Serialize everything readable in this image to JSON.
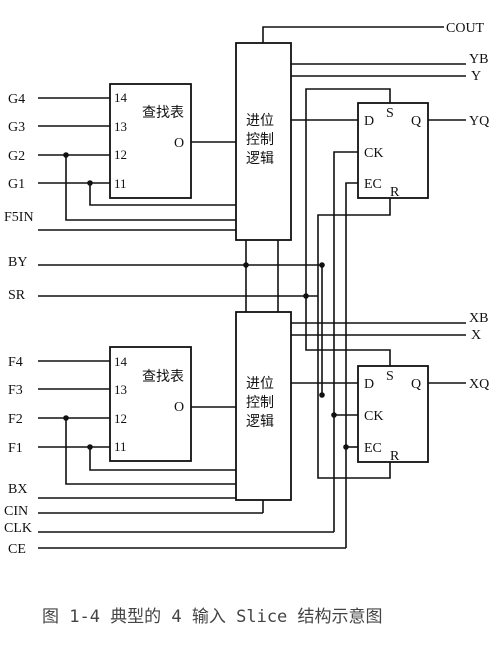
{
  "diagram": {
    "inputs_left": {
      "g4": "G4",
      "g3": "G3",
      "g2": "G2",
      "g1": "G1",
      "f5in": "F5IN",
      "by": "BY",
      "sr": "SR",
      "f4": "F4",
      "f3": "F3",
      "f2": "F2",
      "f1": "F1",
      "bx": "BX",
      "cin": "CIN",
      "clk": "CLK",
      "ce": "CE"
    },
    "outputs_right": {
      "cout": "COUT",
      "yb": "YB",
      "y": "Y",
      "yq": "YQ",
      "xb": "XB",
      "x": "X",
      "xq": "XQ"
    },
    "lut_top": {
      "title": "查找表",
      "pin14": "14",
      "pin13": "13",
      "pin12": "12",
      "pin11": "11",
      "out": "O"
    },
    "lut_bottom": {
      "title": "查找表",
      "pin14": "14",
      "pin13": "13",
      "pin12": "12",
      "pin11": "11",
      "out": "O"
    },
    "carry_top": {
      "line1": "进位",
      "line2": "控制",
      "line3": "逻辑"
    },
    "carry_bottom": {
      "line1": "进位",
      "line2": "控制",
      "line3": "逻辑"
    },
    "ff_top": {
      "s": "S",
      "d": "D",
      "q": "Q",
      "ck": "CK",
      "ec": "EC",
      "r": "R"
    },
    "ff_bottom": {
      "s": "S",
      "d": "D",
      "q": "Q",
      "ck": "CK",
      "ec": "EC",
      "r": "R"
    }
  },
  "caption": "图 1-4 典型的 4 输入 Slice 结构示意图"
}
